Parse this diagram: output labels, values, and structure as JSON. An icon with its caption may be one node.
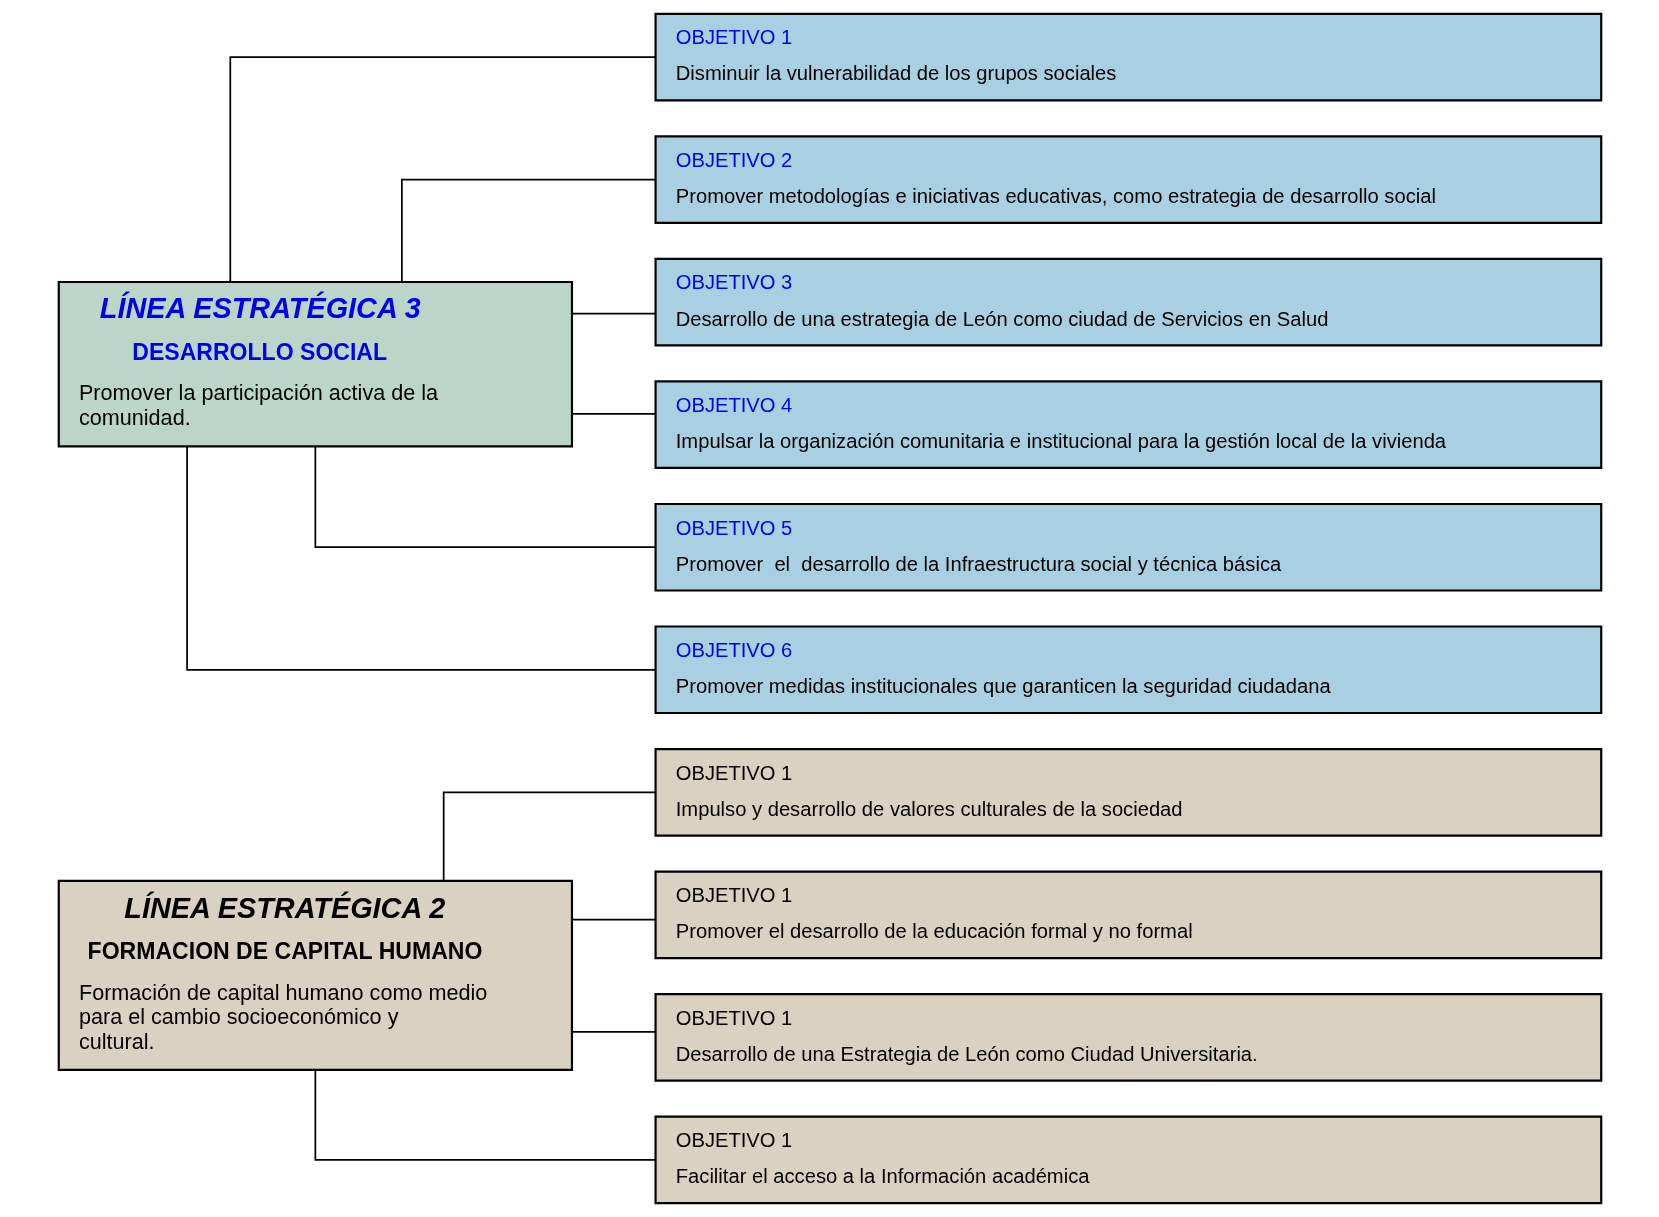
{
  "diagram": {
    "nodes": [
      {
        "text": [
          "LÍNEA ESTRATÉGICA 2",
          "FORMACION DE CAPITAL HUMANO",
          "Formación de capital humano como medio para el cambio socioeconómico y cultural."
        ]
      },
      {
        "text": [
          "OBJETIVO 1",
          "Impulso y desarrollo de valores culturales de la sociedad"
        ]
      },
      {
        "text": [
          "OBJETIVO 1",
          "Promover el desarrollo de la educación formal y no formal"
        ]
      },
      {
        "text": [
          "OBJETIVO 1",
          "Desarrollo de una Estrategia de León como Ciudad Universitaria."
        ]
      },
      {
        "text": [
          "OBJETIVO 1",
          "Facilitar el acceso a la Información académica"
        ]
      },
      {
        "text": [
          "LÍNEA ESTRATÉGICA 3",
          "DESARROLLO SOCIAL",
          "Promover la participación activa de la comunidad."
        ]
      },
      {
        "text": [
          "OBJETIVO 1",
          "Disminuir la vulnerabilidad de los grupos sociales"
        ]
      },
      {
        "text": [
          "OBJETIVO 2",
          "Promover metodologías e iniciativas educativas, como estrategia de desarrollo social"
        ]
      },
      {
        "text": [
          "OBJETIVO 3",
          "Desarrollo de una estrategia de León como ciudad de Servicios en Salud"
        ]
      },
      {
        "text": [
          "OBJETIVO 4",
          "Impulsar la organización comunitaria e institucional para la gestión local de la vivienda"
        ]
      },
      {
        "text": [
          "OBJETIVO 5",
          "Promover  el  desarrollo de la Infraestructura social y técnica básica"
        ]
      },
      {
        "text": [
          "OBJETIVO 6",
          "Promover medidas institucionales que garanticen la seguridad ciudadana"
        ]
      }
    ],
    "edges": [
      {
        "from": 0,
        "to": 1,
        "arrow": "none"
      },
      {
        "from": 0,
        "to": 2,
        "arrow": "none"
      },
      {
        "from": 0,
        "to": 3,
        "arrow": "none"
      },
      {
        "from": 0,
        "to": 4,
        "arrow": "none"
      },
      {
        "from": 5,
        "to": 6,
        "arrow": "none"
      },
      {
        "from": 5,
        "to": 7,
        "arrow": "none"
      },
      {
        "from": 5,
        "to": 8,
        "arrow": "none"
      },
      {
        "from": 5,
        "to": 9,
        "arrow": "none"
      },
      {
        "from": 5,
        "to": 10,
        "arrow": "none"
      },
      {
        "from": 5,
        "to": 11,
        "arrow": "none"
      }
    ]
  }
}
